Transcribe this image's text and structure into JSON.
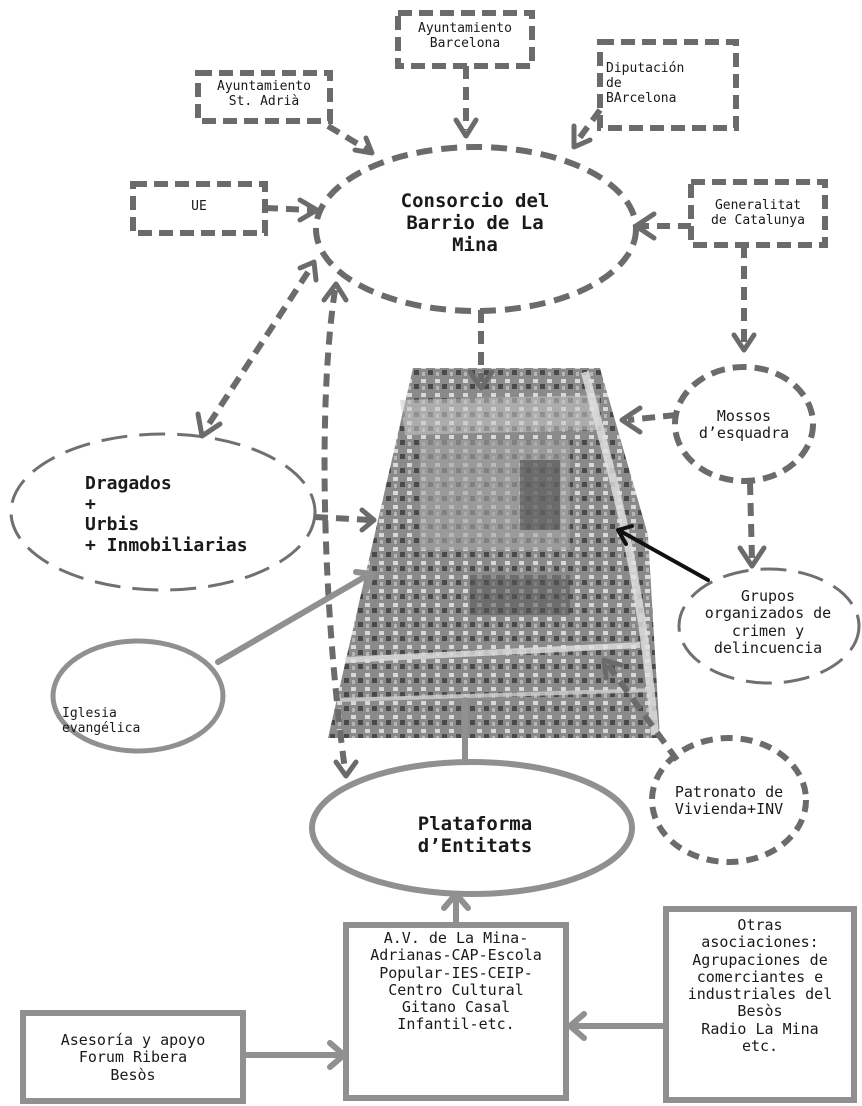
{
  "colors": {
    "dashed": "#6b6b6b",
    "solid_gray": "#909090",
    "black": "#111111",
    "photo": "#7d7d7d"
  },
  "nodes": {
    "ayuntamiento_barcelona": "Ayuntamiento\nBarcelona",
    "ayuntamiento_st_adria": "Ayuntamiento\nSt. Adrià",
    "diputacion": "Diputación\nde\nBArcelona",
    "ue": "UE",
    "consorcio": "Consorcio del\nBarrio de La\nMina",
    "generalitat": "Generalitat\nde Catalunya",
    "mossos": "Mossos\nd’esquadra",
    "dragados": "Dragados\n+\nUrbis\n+ Inmobiliarias",
    "grupos": "Grupos\norganizados de\ncrimen y\ndelincuencia",
    "iglesia": "Iglesia\nevangélica",
    "patronato": "Patronato de\nVivienda+INV",
    "plataforma": "Plataforma\nd’Entitats",
    "asesoria": "Asesoría y apoyo\nForum Ribera\nBesòs",
    "av_mina": "A.V. de La Mina-\nAdrianas-CAP-Escola\nPopular-IES-CEIP-\nCentro Cultural\nGitano Casal\nInfantil-etc.",
    "otras": "Otras\nasociaciones:\nAgrupaciones de\ncomerciantes e\nindustriales del\nBesòs\nRadio La Mina\netc."
  }
}
